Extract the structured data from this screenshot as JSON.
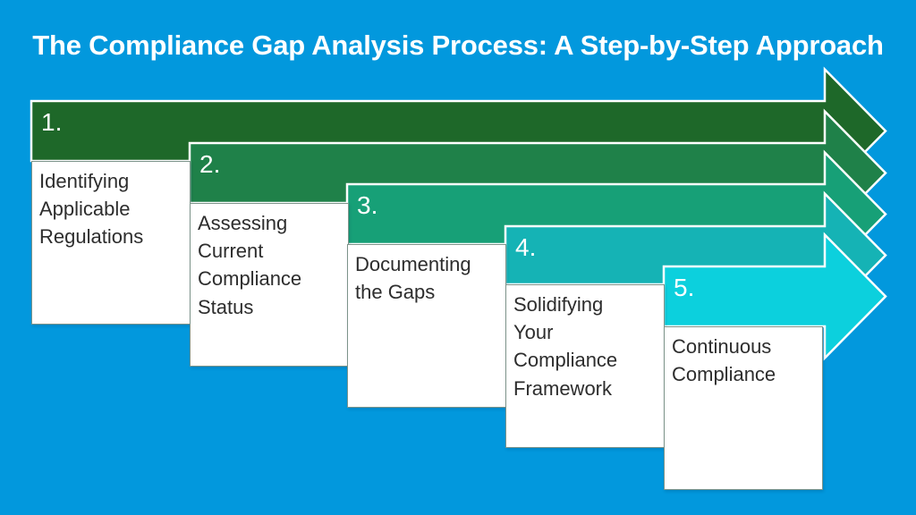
{
  "title": "The Compliance Gap Analysis Process: A Step-by-Step Approach",
  "steps": [
    {
      "number": "1.",
      "label": "Identifying\nApplicable\nRegulations",
      "color": "#1e6829"
    },
    {
      "number": "2.",
      "label": "Assessing\nCurrent\nCompliance\nStatus",
      "color": "#1f8149"
    },
    {
      "number": "3.",
      "label": "Documenting\nthe Gaps",
      "color": "#17a077"
    },
    {
      "number": "4.",
      "label": "Solidifying\nYour\nCompliance\nFramework",
      "color": "#15b3b5"
    },
    {
      "number": "5.",
      "label": "Continuous\nCompliance",
      "color": "#0cd0dd"
    }
  ],
  "colors": {
    "background": "#0298dd",
    "arrow_outline": "#ffffff",
    "card_background": "#ffffff",
    "card_text": "#2d2d2d",
    "title_text": "#ffffff",
    "step_number_text": "#ffffff"
  }
}
